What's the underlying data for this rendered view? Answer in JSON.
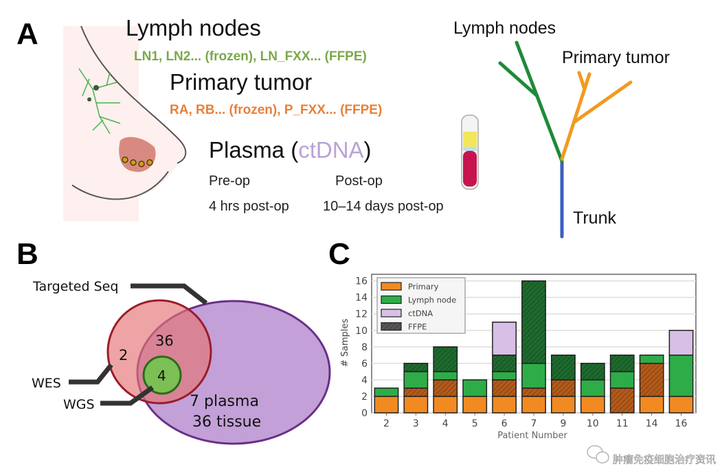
{
  "panelA": {
    "label": "A",
    "lymph_title": "Lymph nodes",
    "lymph_samples": "LN1, LN2... (frozen), LN_FXX... (FFPE)",
    "primary_title": "Primary tumor",
    "primary_samples": "RA, RB... (frozen), P_FXX... (FFPE)",
    "plasma_prefix": "Plasma (",
    "plasma_ct": "ctDNA",
    "plasma_suffix": ")",
    "preop": "Pre-op",
    "postop": "Post-op",
    "preop_time": "4 hrs post-op",
    "postop_time": "10–14 days post-op",
    "tree": {
      "lymph": "Lymph nodes",
      "primary": "Primary tumor",
      "trunk": "Trunk"
    },
    "colors": {
      "lymph": "#7aa84a",
      "primary": "#e8803a",
      "ctdna": "#b9a3d6",
      "tree_lymph": "#1f8a3a",
      "tree_primary": "#f29a1f",
      "tree_trunk": "#3a5fc0"
    }
  },
  "panelB": {
    "label": "B",
    "targeted": "Targeted Seq",
    "wes": "WES",
    "wgs": "WGS",
    "wes_only": "2",
    "overlap": "36",
    "wgs_count": "4",
    "plasma_line": "7 plasma",
    "tissue_line": "36 tissue"
  },
  "panelC": {
    "label": "C"
  },
  "chart_data": {
    "type": "bar",
    "stacked": true,
    "ylabel": "# Samples",
    "xlabel": "Patient Number",
    "ylim": [
      0,
      16.8
    ],
    "yticks": [
      0,
      2,
      4,
      6,
      8,
      10,
      12,
      14,
      16
    ],
    "grid": true,
    "legend_placement": "top-left",
    "legend": [
      "Primary",
      "Lymph node",
      "ctDNA",
      "FFPE"
    ],
    "categories": [
      "2",
      "3",
      "4",
      "5",
      "6",
      "7",
      "9",
      "10",
      "11",
      "14",
      "16"
    ],
    "series": [
      {
        "name": "Primary",
        "color": "#f28a22",
        "hatch": false,
        "values": [
          2,
          2,
          2,
          2,
          2,
          2,
          2,
          2,
          0,
          2,
          2
        ]
      },
      {
        "name": "Primary FFPE",
        "color": "#b35a1a",
        "hatch": true,
        "values": [
          0,
          1,
          2,
          0,
          2,
          1,
          2,
          0,
          3,
          4,
          0
        ]
      },
      {
        "name": "Lymph node",
        "color": "#2eac48",
        "hatch": false,
        "values": [
          1,
          2,
          1,
          2,
          1,
          3,
          0,
          2,
          2,
          1,
          5
        ]
      },
      {
        "name": "Lymph node FFPE",
        "color": "#1e6a2e",
        "hatch": true,
        "values": [
          0,
          1,
          3,
          0,
          2,
          10,
          3,
          2,
          2,
          0,
          0
        ]
      },
      {
        "name": "ctDNA",
        "color": "#d8bfe6",
        "hatch": false,
        "values": [
          0,
          0,
          0,
          0,
          4,
          0,
          0,
          0,
          0,
          0,
          3
        ]
      }
    ]
  },
  "watermark": "肿瘤免疫细胞治疗资讯"
}
